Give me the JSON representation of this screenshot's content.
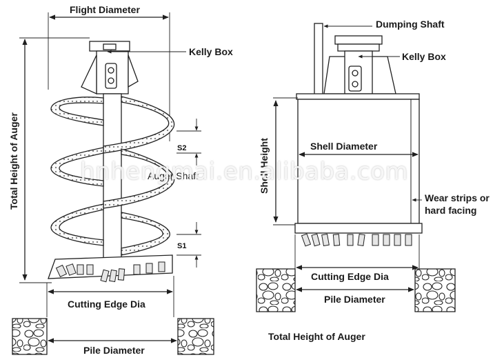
{
  "colors": {
    "line": "#1f1f1f",
    "fill_light": "#f2f2f2",
    "fill_mid": "#d9d9d9",
    "background": "#ffffff"
  },
  "auger": {
    "flight_diameter": "Flight Diameter",
    "kelly_box": "Kelly Box",
    "total_height": "Total Height of Auger",
    "s2": "S2",
    "auger_shaft": "Auger Shaft",
    "s1": "S1",
    "cutting_edge_dia": "Cutting Edge Dia",
    "pile_diameter": "Pile Diameter"
  },
  "bucket": {
    "dumping_shaft": "Dumping Shaft",
    "kelly_box": "Kelly Box",
    "shell_height": "Shell Height",
    "shell_diameter": "Shell Diameter",
    "wear_strips_line1": "Wear strips or",
    "wear_strips_line2": "hard facing",
    "cutting_edge_dia": "Cutting Edge Dia",
    "pile_diameter": "Pile Diameter",
    "bottom_caption": "Total Height of Auger"
  },
  "watermark": "hnhengmai.en.alibaba.com"
}
